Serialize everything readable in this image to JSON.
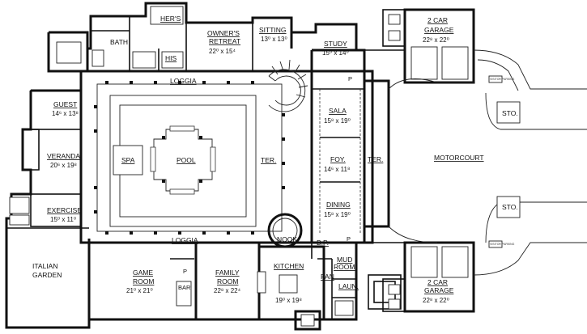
{
  "plan": {
    "rooms": {
      "hers": "HER'S",
      "bath": "BATH",
      "his": "HIS",
      "owners_retreat": "OWNER'S RETREAT",
      "owners_retreat_line2": "RETREAT",
      "owners_retreat_line1": "OWNER'S",
      "owners_retreat_dim": "22⁰ x 15⁴",
      "sitting": "SITTING",
      "sitting_dim": "13⁰ x 13⁰",
      "study": "STUDY",
      "study_dim": "15⁰ x 14⁰",
      "garage_top_l1": "2 CAR",
      "garage_top_l2": "GARAGE",
      "garage_top_dim": "22⁸ x 22⁰",
      "loggia_top": "LOGGIA",
      "guest": "GUEST",
      "guest_dim": "14⁶ x 13⁸",
      "sala": "SALA",
      "sala_dim": "15⁸ x 19⁰",
      "sto_top": "STO.",
      "veranda": "VERANDA",
      "veranda_dim": "20⁶ x 19⁸",
      "spa": "SPA",
      "pool": "POOL",
      "ter_left": "TER.",
      "foy": "FOY.",
      "foy_dim": "14⁶ x 11⁸",
      "ter_right": "TER.",
      "motorcourt": "MOTORCOURT",
      "dining": "DINING",
      "dining_dim": "15⁸ x 19⁰",
      "sto_bottom": "STO.",
      "exercise": "EXERCISE",
      "exercise_dim": "15⁰ x 11⁰",
      "loggia_bottom": "LOGGIA",
      "nook": "NOOK",
      "bp": "B.P.",
      "italian_l1": "ITALIAN",
      "italian_l2": "GARDEN",
      "game_l1": "GAME",
      "game_l2": "ROOM",
      "game_dim": "21⁰ x 21⁰",
      "p_game": "P",
      "bar": "BAR",
      "family_l1": "FAMILY",
      "family_l2": "ROOM",
      "family_dim": "22⁸ x 22⁴",
      "kitchen": "KITCHEN",
      "kitchen_dim": "19⁰ x 19⁸",
      "mud_l1": "MUD",
      "mud_l2": "ROOM",
      "pan": "PAN",
      "laun": "LAUN.",
      "garage_bot_l1": "2 CAR",
      "garage_bot_l2": "GARAGE",
      "garage_bot_dim": "22⁸ x 22⁰",
      "p_study": "P",
      "p_mud": "P"
    },
    "notes": {
      "visitor_parking_top": "VISITOR PARKING",
      "visitor_parking_bottom": "VISITOR PARKING"
    }
  }
}
